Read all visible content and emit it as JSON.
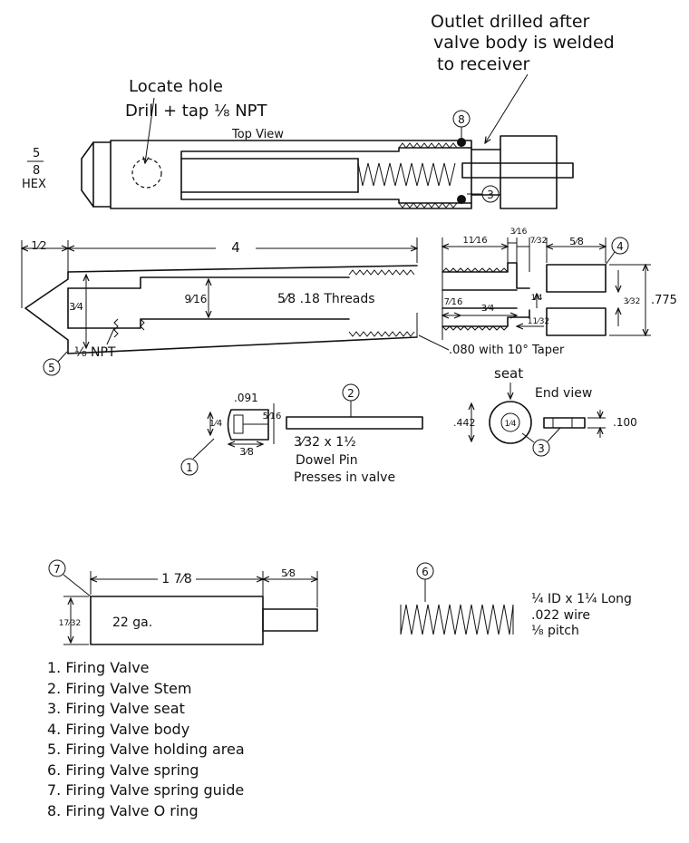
{
  "notes": {
    "outlet": [
      "Outlet drilled after",
      "valve body is welded",
      "to receiver"
    ],
    "locate": [
      "Locate hole",
      "Drill + tap ⅛ NPT"
    ],
    "top_view": "Top View",
    "hex_num": "5",
    "hex_den": "8",
    "hex_word": "HEX"
  },
  "dims": {
    "d_half": "1⁄2",
    "d_four": "4",
    "d_three_quarter": "3⁄4",
    "d_nine_sixteenth": "9⁄16",
    "threads": "5⁄8 .18 Threads",
    "npt": "⅛ NPT",
    "eleven_sixteenth": "11⁄16",
    "three_sixteenth": "3⁄16",
    "seven_32": "7⁄32",
    "five_eighth": "5⁄8",
    "seven_sixteenth": "7⁄16",
    "three_quarter_b": "3⁄4",
    "one_quarter": "1⁄4",
    "eleven_32": "11⁄32",
    "three_32": "3⁄32",
    "d775": ".775",
    "taper": ".080 with 10° Taper"
  },
  "valve": {
    "d091": ".091",
    "d_quarter": "1⁄4",
    "d_five_sixteenth": "5⁄16",
    "d_three_eighth": "3⁄8",
    "pin": [
      "3⁄32 x 1½",
      "Dowel Pin",
      "Presses in valve"
    ]
  },
  "seat": {
    "label": "seat",
    "end_view": "End view",
    "d442": ".442",
    "center": "1⁄4",
    "d100": ".100"
  },
  "guide": {
    "len": "1 7⁄8",
    "tail": "5⁄8",
    "height": "17⁄32",
    "ga": "22 ga."
  },
  "spring": {
    "spec": [
      "¼ ID x 1¼ Long",
      ".022 wire",
      "⅛ pitch"
    ]
  },
  "callouts": [
    "1",
    "2",
    "3",
    "4",
    "5",
    "6",
    "7",
    "8"
  ],
  "legend": [
    "1. Firing Valve",
    "2. Firing Valve Stem",
    "3. Firing Valve seat",
    "4. Firing Valve body",
    "5. Firing Valve holding area",
    "6. Firing Valve spring",
    "7. Firing Valve spring guide",
    "8. Firing Valve O ring"
  ]
}
